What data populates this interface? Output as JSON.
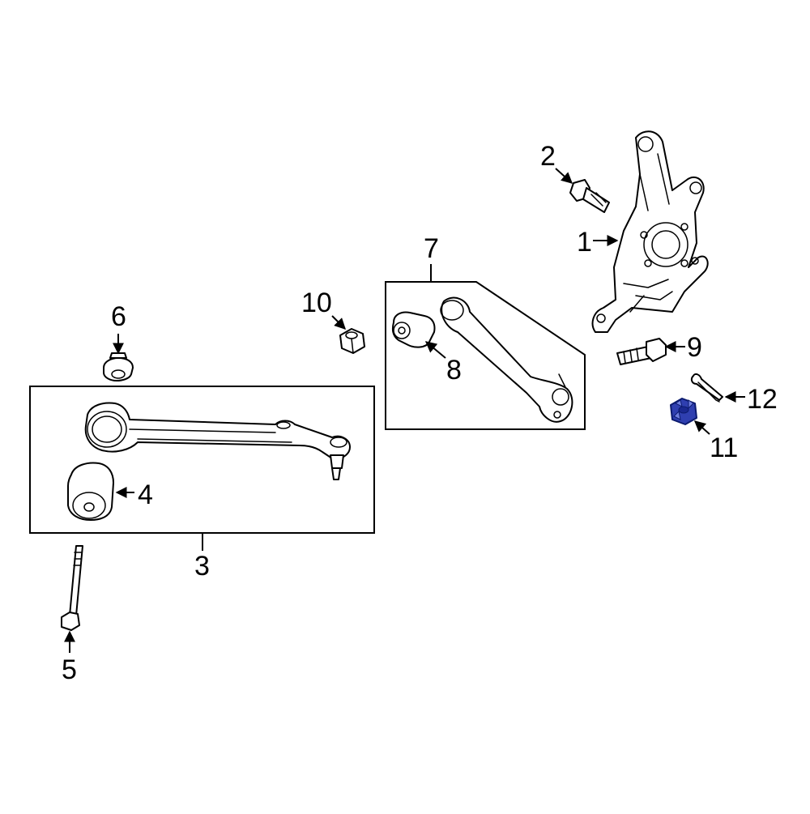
{
  "diagram": {
    "highlight_color": "#2f3fb0",
    "callouts": {
      "c1": "1",
      "c2": "2",
      "c3": "3",
      "c4": "4",
      "c5": "5",
      "c6": "6",
      "c7": "7",
      "c8": "8",
      "c9": "9",
      "c10": "10",
      "c11": "11",
      "c12": "12"
    }
  }
}
